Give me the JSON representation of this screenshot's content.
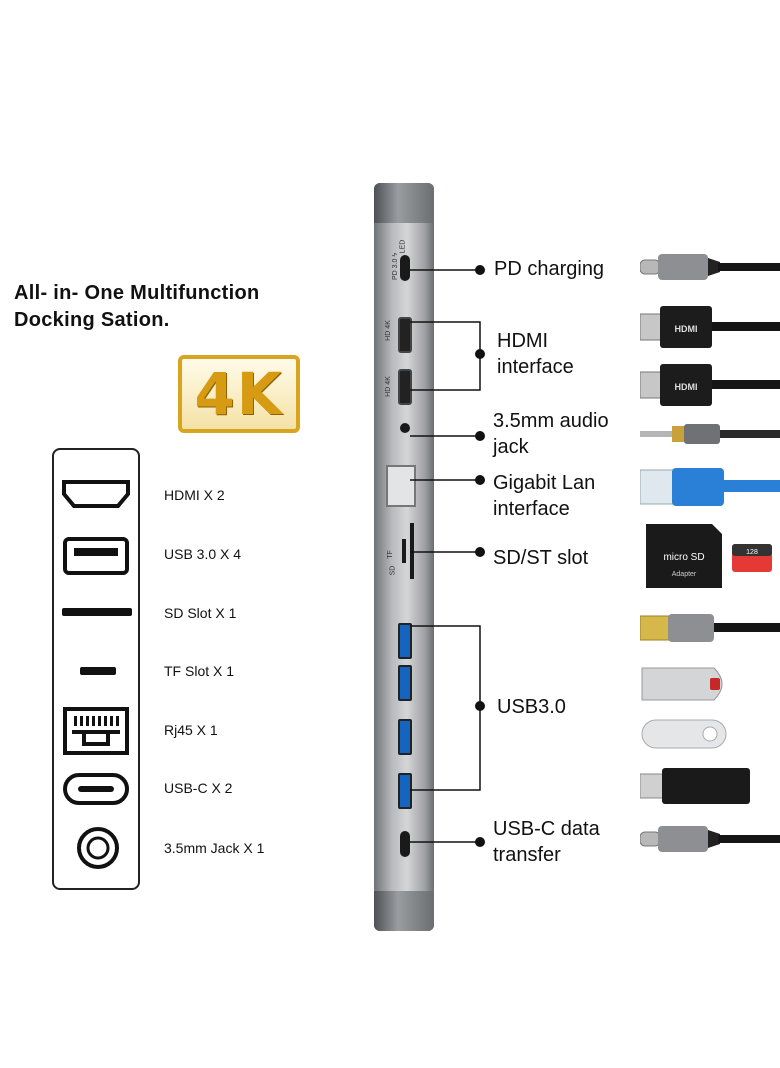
{
  "title": "All- in- One Multifunction\nDocking Sation.",
  "badge": "4K",
  "port_list": [
    {
      "label": "HDMI X 2",
      "icon": "hdmi-port-icon"
    },
    {
      "label": "USB 3.0 X 4",
      "icon": "usb-a-port-icon"
    },
    {
      "label": "SD Slot X 1",
      "icon": "sd-slot-icon"
    },
    {
      "label": "TF Slot X 1",
      "icon": "tf-slot-icon"
    },
    {
      "label": "Rj45 X 1",
      "icon": "rj45-port-icon"
    },
    {
      "label": "USB-C X 2",
      "icon": "usb-c-port-icon"
    },
    {
      "label": "3.5mm Jack X 1",
      "icon": "audio-jack-icon"
    }
  ],
  "hub_marks": {
    "pd": "PD 3.0 ϟ",
    "led": "LED",
    "hd1": "HD 4K",
    "hd2": "HD 4K",
    "tf": "TF",
    "sd": "SD"
  },
  "callouts": {
    "pd": "PD charging",
    "hdmi": "HDMI\ninterface",
    "audio": "3.5mm audio\njack",
    "lan": "Gigabit Lan\ninterface",
    "sd": "SD/ST slot",
    "usb3": "USB3.0",
    "usbc": "USB-C data\ntransfer"
  },
  "accessories": {
    "hdmi_plug_text": "HDMI",
    "micro_sd_text": "micro SD",
    "adapter_text": "Adapter",
    "card_size": "128"
  },
  "colors": {
    "gold": "#d69b12",
    "usb_blue": "#1565c0",
    "lan_blue": "#2a7fd6",
    "black": "#111111"
  }
}
